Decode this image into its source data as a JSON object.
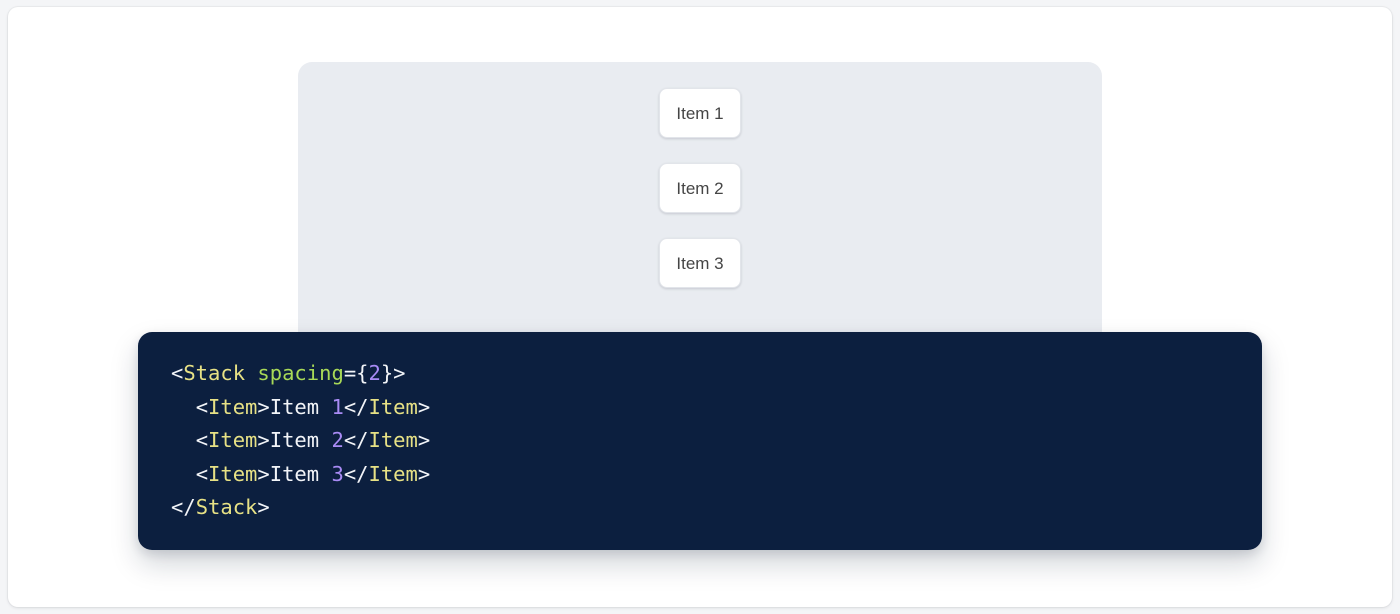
{
  "colors": {
    "page_background": "#f4f5f7",
    "card_background": "#ffffff",
    "preview_panel_background": "#e9ecf1",
    "item_background": "#ffffff",
    "item_border": "#e2e5ea",
    "item_text": "#454545",
    "code_card_background": "#0c1f3f",
    "code_punctuation": "#f2f4f8",
    "code_tag": "#e7e185",
    "code_attribute": "#a8d957",
    "code_number": "#a98bf5",
    "code_text": "#f2f4f8"
  },
  "preview": {
    "component": "Stack",
    "items": [
      {
        "label": "Item 1"
      },
      {
        "label": "Item 2"
      },
      {
        "label": "Item 3"
      }
    ]
  },
  "code": {
    "language": "jsx",
    "lines": [
      {
        "indent": "",
        "tokens": [
          {
            "type": "punct",
            "text": "<"
          },
          {
            "type": "tag",
            "text": "Stack"
          },
          {
            "type": "punct",
            "text": " "
          },
          {
            "type": "attr",
            "text": "spacing"
          },
          {
            "type": "punct",
            "text": "={"
          },
          {
            "type": "num",
            "text": "2"
          },
          {
            "type": "punct",
            "text": "}>"
          }
        ]
      },
      {
        "indent": "  ",
        "tokens": [
          {
            "type": "punct",
            "text": "<"
          },
          {
            "type": "tag",
            "text": "Item"
          },
          {
            "type": "punct",
            "text": ">"
          },
          {
            "type": "text",
            "text": "Item "
          },
          {
            "type": "num",
            "text": "1"
          },
          {
            "type": "punct",
            "text": "</"
          },
          {
            "type": "tag",
            "text": "Item"
          },
          {
            "type": "punct",
            "text": ">"
          }
        ]
      },
      {
        "indent": "  ",
        "tokens": [
          {
            "type": "punct",
            "text": "<"
          },
          {
            "type": "tag",
            "text": "Item"
          },
          {
            "type": "punct",
            "text": ">"
          },
          {
            "type": "text",
            "text": "Item "
          },
          {
            "type": "num",
            "text": "2"
          },
          {
            "type": "punct",
            "text": "</"
          },
          {
            "type": "tag",
            "text": "Item"
          },
          {
            "type": "punct",
            "text": ">"
          }
        ]
      },
      {
        "indent": "  ",
        "tokens": [
          {
            "type": "punct",
            "text": "<"
          },
          {
            "type": "tag",
            "text": "Item"
          },
          {
            "type": "punct",
            "text": ">"
          },
          {
            "type": "text",
            "text": "Item "
          },
          {
            "type": "num",
            "text": "3"
          },
          {
            "type": "punct",
            "text": "</"
          },
          {
            "type": "tag",
            "text": "Item"
          },
          {
            "type": "punct",
            "text": ">"
          }
        ]
      },
      {
        "indent": "",
        "tokens": [
          {
            "type": "punct",
            "text": "</"
          },
          {
            "type": "tag",
            "text": "Stack"
          },
          {
            "type": "punct",
            "text": ">"
          }
        ]
      }
    ]
  }
}
